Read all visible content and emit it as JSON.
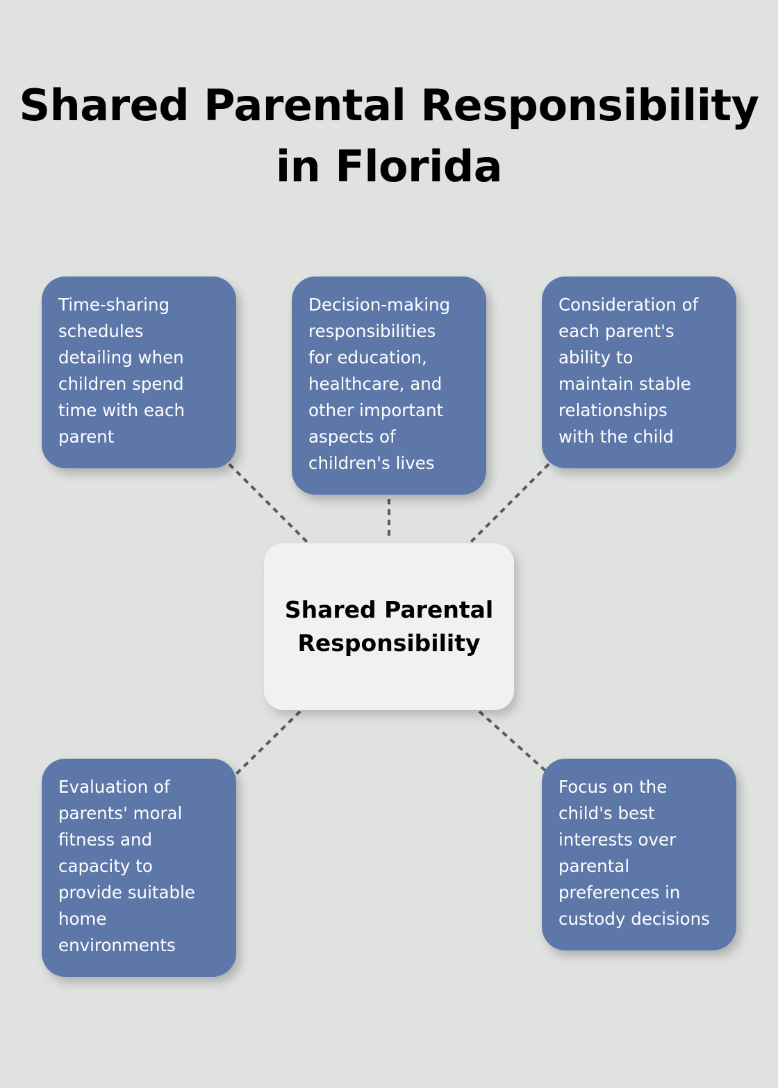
{
  "title": [
    "Shared Parental Responsibility",
    "in Florida"
  ],
  "center": [
    "Shared Parental",
    "Responsibility"
  ],
  "colors": {
    "background": "#e0e2e0",
    "box": "#5d77a9",
    "center": "#f0f1f3",
    "connector": "#5a5a5a"
  },
  "nodes": [
    {
      "lines": [
        "Time-sharing",
        "schedules",
        "detailing when",
        "children spend",
        "time with each",
        "parent"
      ]
    },
    {
      "lines": [
        "Decision-making",
        "responsibilities",
        "for education,",
        "healthcare, and",
        "other important",
        "aspects of",
        "children's lives"
      ]
    },
    {
      "lines": [
        "Consideration of",
        "each parent's",
        "ability to",
        "maintain stable",
        "relationships",
        "with the child"
      ]
    },
    {
      "lines": [
        "Evaluation of",
        "parents' moral",
        "fitness and",
        "capacity to",
        "provide suitable",
        "home",
        "environments"
      ]
    },
    {
      "lines": [
        "Focus on the",
        "child's best",
        "interests over",
        "parental",
        "preferences in",
        "custody decisions"
      ]
    }
  ]
}
